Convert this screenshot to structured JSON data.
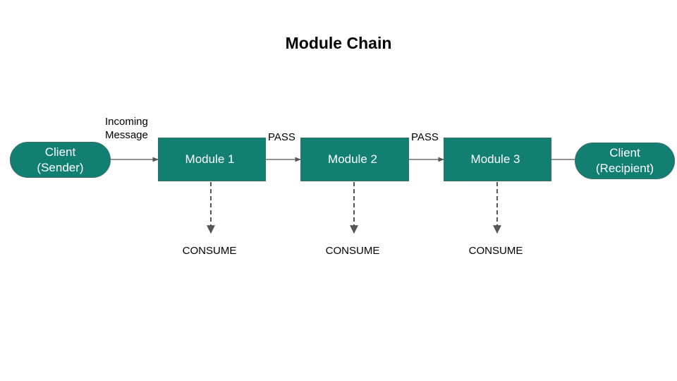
{
  "title": "Module Chain",
  "sender": {
    "line1": "Client",
    "line2": "(Sender)"
  },
  "recipient": {
    "line1": "Client",
    "line2": "(Recipient)"
  },
  "incoming": {
    "line1": "Incoming",
    "line2": "Message"
  },
  "modules": [
    {
      "label": "Module 1",
      "consume": "CONSUME"
    },
    {
      "label": "Module 2",
      "consume": "CONSUME"
    },
    {
      "label": "Module 3",
      "consume": "CONSUME"
    }
  ],
  "pass_labels": [
    "PASS",
    "PASS"
  ],
  "colors": {
    "node_fill": "#127f73",
    "node_text": "#ffffff",
    "arrow": "#555555"
  }
}
